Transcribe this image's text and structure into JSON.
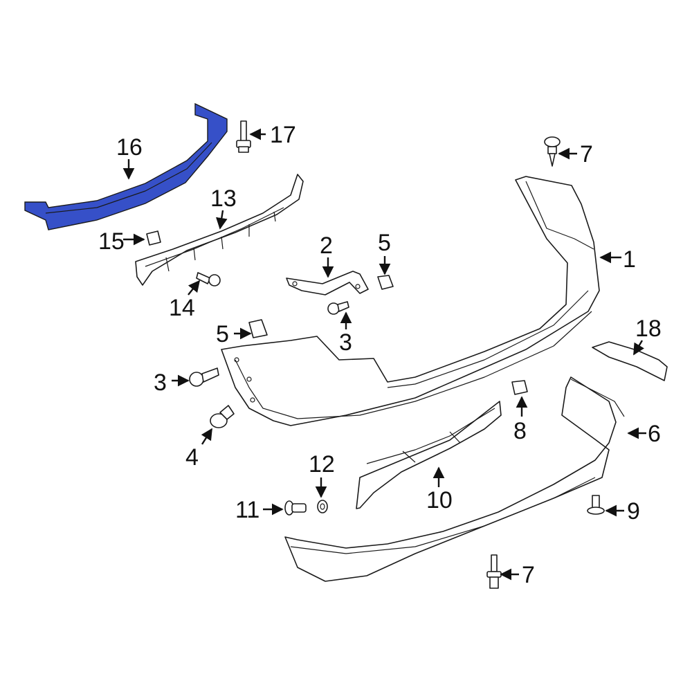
{
  "diagram": {
    "highlight_color": "#3650c8",
    "highlighted_part": "16",
    "callouts": {
      "c1": "1",
      "c2": "2",
      "c3a": "3",
      "c3b": "3",
      "c4": "4",
      "c5a": "5",
      "c5b": "5",
      "c6": "6",
      "c7a": "7",
      "c7b": "7",
      "c8": "8",
      "c9": "9",
      "c10": "10",
      "c11": "11",
      "c12": "12",
      "c13": "13",
      "c14": "14",
      "c15": "15",
      "c16": "16",
      "c17": "17",
      "c18": "18"
    }
  }
}
